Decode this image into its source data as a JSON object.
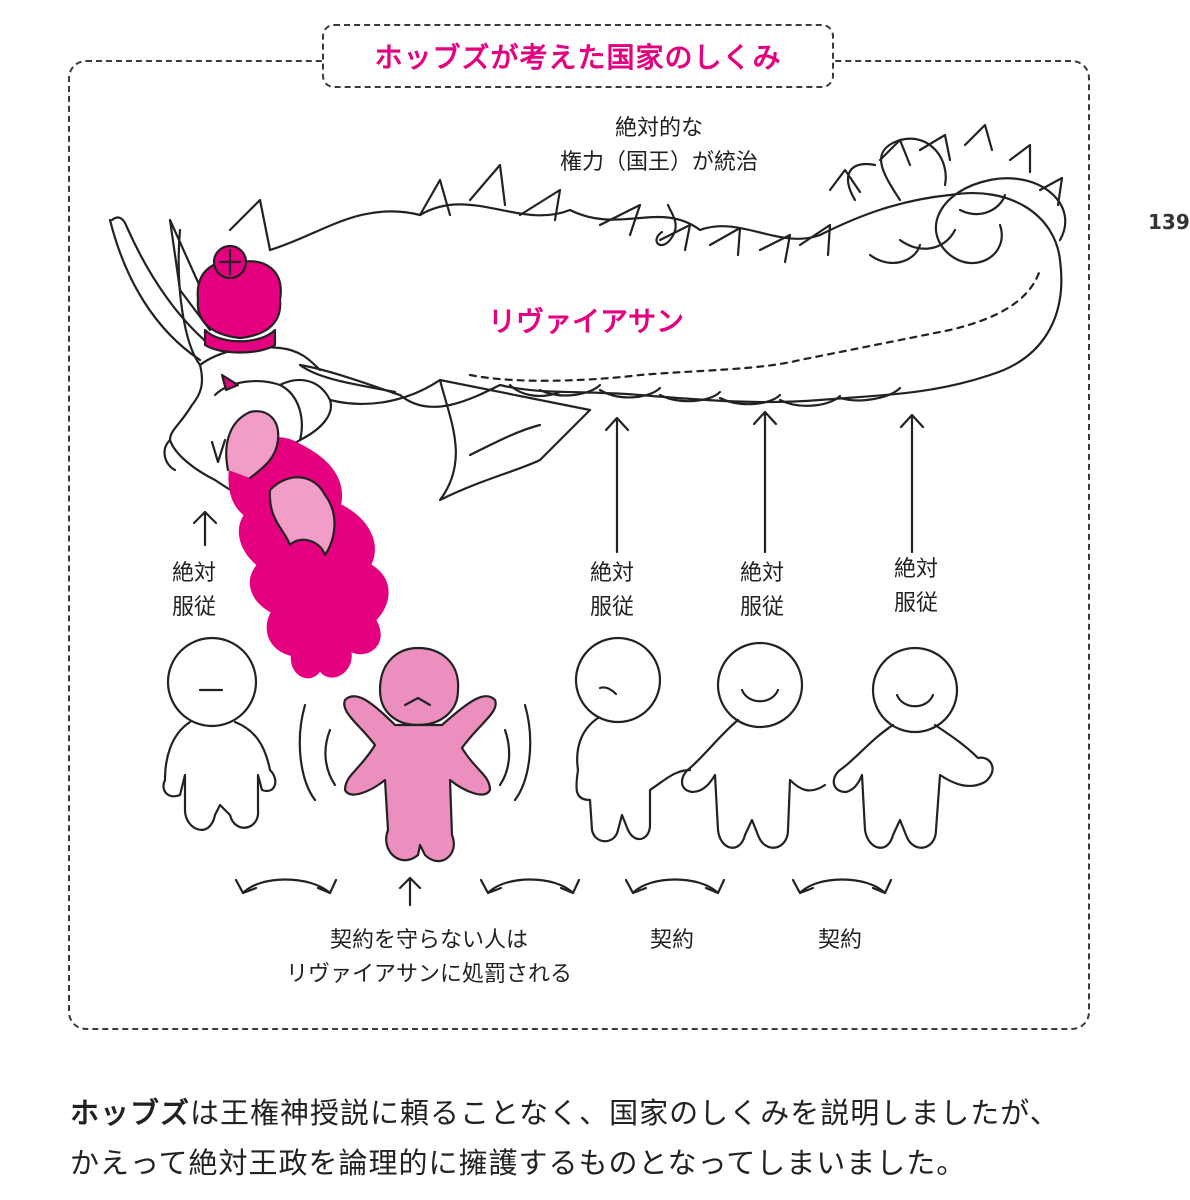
{
  "title": "ホッブズが考えた国家のしくみ",
  "page_number": "139",
  "leviathan": {
    "label": "リヴァイアサン",
    "power_line1": "絶対的な",
    "power_line2": "権力（国王）が統治"
  },
  "obedience": {
    "line1": "絶対",
    "line2": "服従"
  },
  "contract_label": "契約",
  "punishment": {
    "line1": "契約を守らない人は",
    "line2": "リヴァイアサンに処罰される"
  },
  "caption": {
    "bold_lead": "ホッブズ",
    "line1_rest": "は王権神授説に頼ることなく、国家のしくみを説明しましたが、",
    "line2": "かえって絶対王政を論理的に擁護するものとなってしまいました。"
  },
  "colors": {
    "accent": "#e4007f",
    "punished_person": "#ec8fbe",
    "fire_light": "#f29cc8"
  }
}
